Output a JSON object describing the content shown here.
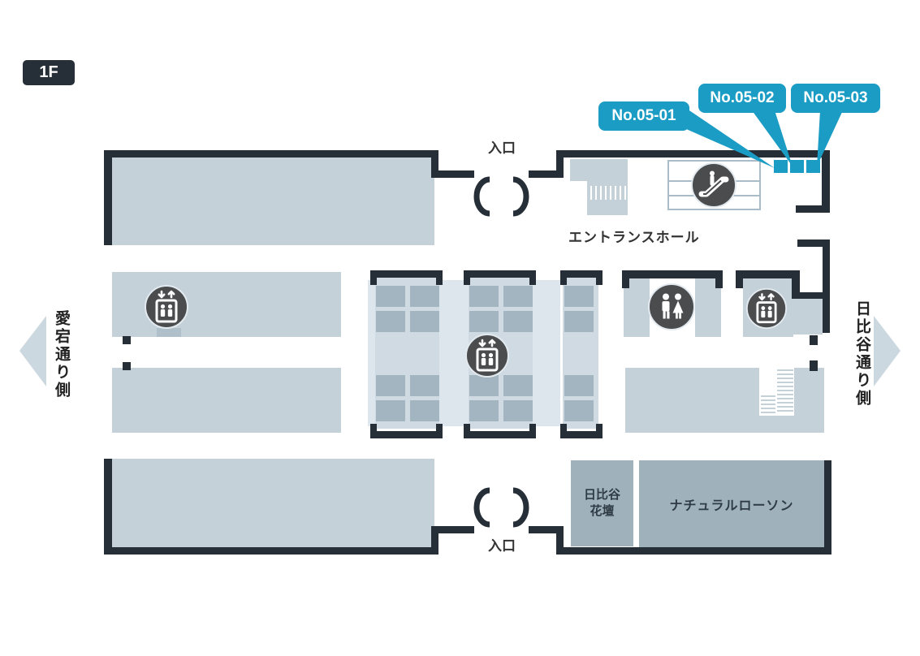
{
  "floor_label": "1F",
  "callouts": [
    {
      "label": "No.05-01"
    },
    {
      "label": "No.05-02"
    },
    {
      "label": "No.05-03"
    }
  ],
  "ad_positions": [
    {
      "id": "No.05-01"
    },
    {
      "id": "No.05-02"
    },
    {
      "id": "No.05-03"
    }
  ],
  "labels": {
    "entrance_top": "入口",
    "entrance_bottom": "入口",
    "entrance_hall": "エントランスホール",
    "street_left": "愛宕通り側",
    "street_right": "日比谷通り側",
    "hibiya_kadan_line1": "日比谷",
    "hibiya_kadan_line2": "花壇",
    "natural_lawson": "ナチュラルローソン"
  },
  "icons": {
    "escalator": "escalator-icon",
    "elevator": "elevator-icon",
    "restroom": "restroom-icon",
    "street_arrow_left": "arrow-left-icon",
    "street_arrow_right": "arrow-right-icon"
  },
  "colors": {
    "wall": "#262f37",
    "room": "#c5d1d9",
    "floor": "#dce6ec",
    "panel": "#cfdae2",
    "table": "#a2b5c1",
    "store": "#9fb2bc",
    "accent": "#1b9cc4",
    "icon_circle": "#4a4c4e",
    "text": "#333333"
  }
}
